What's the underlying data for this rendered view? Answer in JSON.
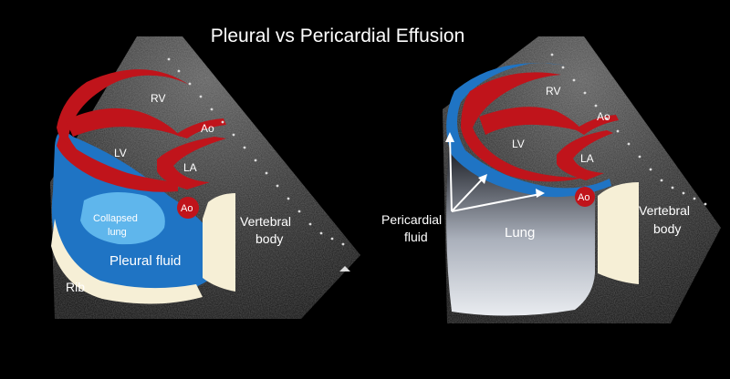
{
  "title": "Pleural vs Pericardial Effusion",
  "colors": {
    "background": "#000000",
    "myocardium": "#c0141b",
    "pleural_fluid": "#1f74c4",
    "pericardial_fluid": "#1f74c4",
    "lung_collapsed": "#5fb6ec",
    "bone": "#f6efd6",
    "text": "#ffffff"
  },
  "left_panel": {
    "labels": {
      "rv": "RV",
      "ao_upper": "Ao",
      "lv": "LV",
      "la": "LA",
      "ao_circle": "Ao",
      "collapsed_lung_line1": "Collapsed",
      "collapsed_lung_line2": "lung",
      "pleural_fluid": "Pleural fluid",
      "vertebral_line1": "Vertebral",
      "vertebral_line2": "body",
      "rib": "Rib"
    }
  },
  "right_panel": {
    "labels": {
      "rv": "RV",
      "ao_upper": "Ao",
      "lv": "LV",
      "la": "LA",
      "ao_circle": "Ao",
      "lung": "Lung",
      "vertebral_line1": "Vertebral",
      "vertebral_line2": "body",
      "pericardial_line1": "Pericardial",
      "pericardial_line2": "fluid"
    }
  }
}
